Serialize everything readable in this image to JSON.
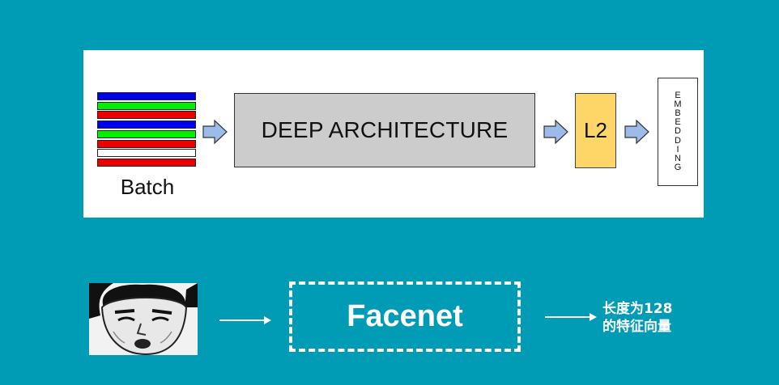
{
  "diagram": {
    "batch_label": "Batch",
    "deep_label": "DEEP ARCHITECTURE",
    "l2_label": "L2",
    "embedding_letters": [
      "E",
      "M",
      "B",
      "E",
      "D",
      "D",
      "I",
      "N",
      "G"
    ],
    "stripe_colors": [
      "#0000ee",
      "#00ee00",
      "#ee0000",
      "#0000ee",
      "#00ee00",
      "#ee0000",
      "#ffffff",
      "#ee0000"
    ],
    "arrow_color": "#9dbbe8"
  },
  "pipeline": {
    "model_label": "Facenet",
    "output_line1": "长度为128",
    "output_line2": "的特征向量"
  }
}
